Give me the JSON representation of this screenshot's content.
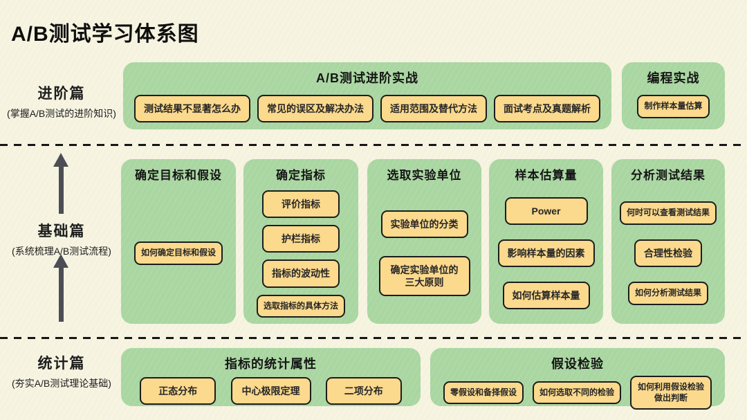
{
  "page": {
    "title": "A/B测试学习体系图"
  },
  "colors": {
    "background": "#f5f2de",
    "panel_green": "#a9d6a1",
    "chip_yellow": "#fbd98d",
    "chip_border": "#1c1c1c",
    "arrow_gray": "#4d4d56"
  },
  "sections": {
    "advanced": {
      "label": "进阶篇",
      "sublabel": "(掌握A/B测试的进阶知识)",
      "practice_panel": {
        "title": "A/B测试进阶实战",
        "chips": [
          "测试结果不显著怎么办",
          "常见的误区及解决办法",
          "适用范围及替代方法",
          "面试考点及真题解析"
        ]
      },
      "coding_panel": {
        "title": "编程实战",
        "chips": [
          "制作样本量估算"
        ]
      }
    },
    "basics": {
      "label": "基础篇",
      "sublabel": "(系统梳理A/B测试流程)",
      "columns": [
        {
          "title": "确定目标和假设",
          "chips": [
            "如何确定目标和假设"
          ]
        },
        {
          "title": "确定指标",
          "chips": [
            "评价指标",
            "护栏指标",
            "指标的波动性",
            "选取指标的具体方法"
          ]
        },
        {
          "title": "选取实验单位",
          "chips": [
            "实验单位的分类",
            "确定实验单位的三大原则"
          ]
        },
        {
          "title": "样本估算量",
          "chips": [
            "Power",
            "影响样本量的因素",
            "如何估算样本量"
          ]
        },
        {
          "title": "分析测试结果",
          "chips": [
            "何时可以查看测试结果",
            "合理性检验",
            "如何分析测试结果"
          ]
        }
      ]
    },
    "statistics": {
      "label": "统计篇",
      "sublabel": "(夯实A/B测试理论基础)",
      "stats_panel": {
        "title": "指标的统计属性",
        "chips": [
          "正态分布",
          "中心极限定理",
          "二项分布"
        ]
      },
      "hypothesis_panel": {
        "title": "假设检验",
        "chips": [
          "零假设和备择假设",
          "如何选取不同的检验",
          "如何利用假设检验做出判断"
        ]
      }
    }
  }
}
